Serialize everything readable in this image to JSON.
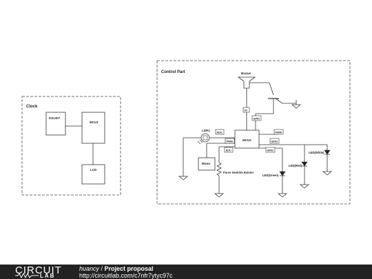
{
  "groups": {
    "clock": "Clock",
    "control": "Control Part"
  },
  "blocks": {
    "ds1307": "DS1307",
    "mcu1": "MCU1",
    "lcd": "LCD",
    "mcu2": "MCU2",
    "motor": "Motor"
  },
  "labels": {
    "buzzer": "Buzzer",
    "ldr": "LDR1",
    "fsr": "Force SesitiVe Rsistor",
    "led_white": "LED(White)",
    "led_red": "LED(Red)",
    "led_green": "LED(Green)",
    "tag_5v": "5V",
    "tag_gpio_top": "GPIO",
    "tag_adc_ldr": "ADC",
    "tag_pwm_right": "PWM",
    "tag_pwm_motor": "PWM",
    "tag_gpio_mid": "GPIO",
    "tag_adc_fsr": "ADC",
    "tag_gpio_low": "GPIO"
  },
  "footer": {
    "logo_top": "CIRCUIT",
    "logo_bottom": "LAB",
    "user": "huancy",
    "separator": " / ",
    "project": "Project proposal",
    "url": "http://circuitlab.com/c7nfr7ytyc97c"
  },
  "colors": {
    "ink": "#333333",
    "footer_bg": "#222222"
  }
}
